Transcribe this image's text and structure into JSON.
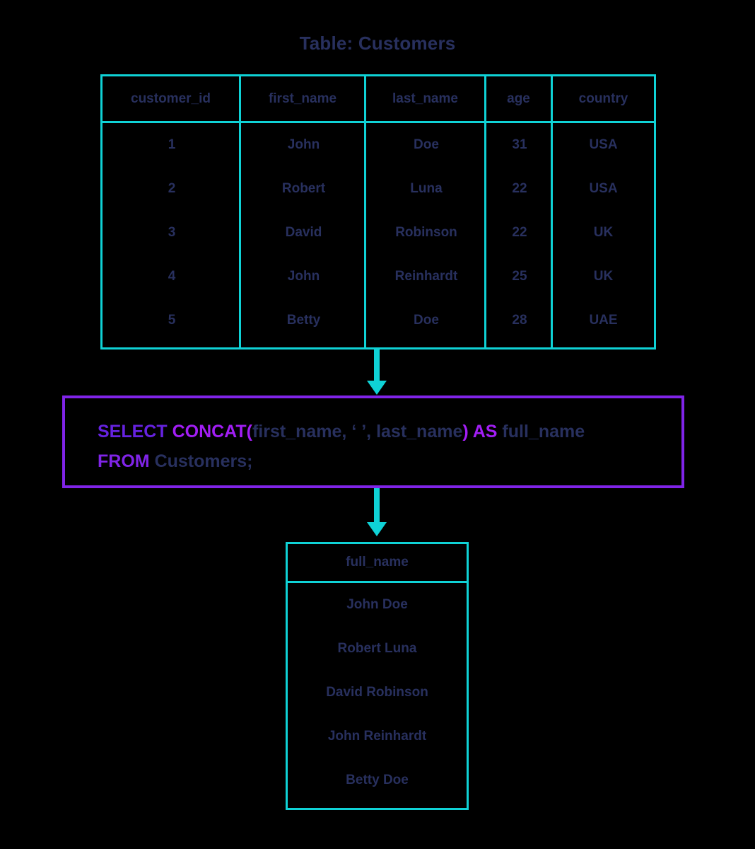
{
  "title": "Table: Customers",
  "colors": {
    "table_border": "#0fd2d6",
    "query_border": "#8024e8",
    "text": "#28305e",
    "keyword_select": "#6622e0",
    "keyword_function": "#a21ef5",
    "keyword_as": "#a21ef5",
    "keyword_from": "#8024e8",
    "arrow": "#0fd2d6",
    "background": "#000000"
  },
  "source_table": {
    "name": "Customers",
    "columns": [
      "customer_id",
      "first_name",
      "last_name",
      "age",
      "country"
    ],
    "rows": [
      {
        "customer_id": "1",
        "first_name": "John",
        "last_name": "Doe",
        "age": "31",
        "country": "USA"
      },
      {
        "customer_id": "2",
        "first_name": "Robert",
        "last_name": "Luna",
        "age": "22",
        "country": "USA"
      },
      {
        "customer_id": "3",
        "first_name": "David",
        "last_name": "Robinson",
        "age": "22",
        "country": "UK"
      },
      {
        "customer_id": "4",
        "first_name": "John",
        "last_name": "Reinhardt",
        "age": "25",
        "country": "UK"
      },
      {
        "customer_id": "5",
        "first_name": "Betty",
        "last_name": "Doe",
        "age": "28",
        "country": "UAE"
      }
    ]
  },
  "query": {
    "full_text": "SELECT CONCAT(first_name, ' ', last_name) AS full_name FROM Customers;",
    "line1": {
      "select": "SELECT",
      "concat": "CONCAT",
      "open_paren": "(",
      "arg1": "first_name, ",
      "separator_literal": "‘ ’",
      "arg1_comma": ", ",
      "arg2": "last_name",
      "close_paren": ")",
      "as": "AS",
      "alias": "full_name"
    },
    "line2": {
      "from": "FROM",
      "table": "Customers;"
    }
  },
  "result_table": {
    "columns": [
      "full_name"
    ],
    "rows": [
      "John Doe",
      "Robert Luna",
      "David Robinson",
      "John Reinhardt",
      "Betty Doe"
    ]
  }
}
